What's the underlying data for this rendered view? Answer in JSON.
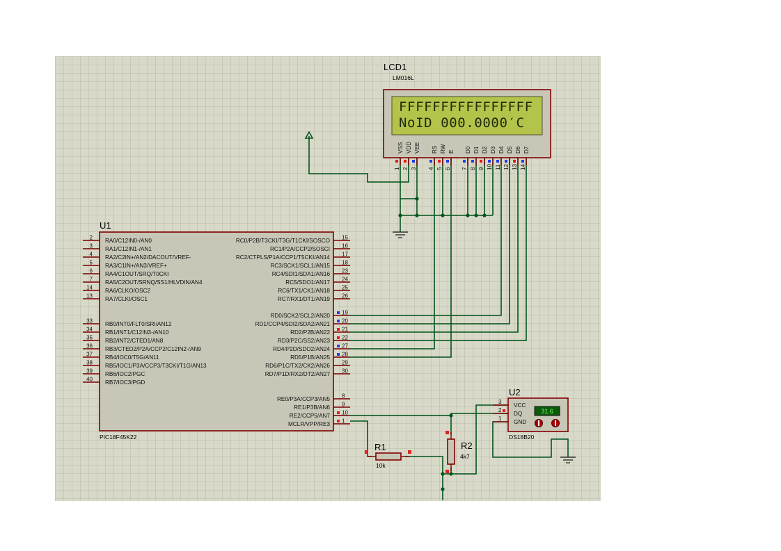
{
  "colors": {
    "sheet": "#d9d9c9",
    "grid": "#b9b9a7",
    "wire": "#00541c",
    "body": "#c8c6b6",
    "outline": "#800000",
    "lcd_screen": "#b4c34a",
    "pin_red": "#e02020",
    "pin_blue": "#1f3fe8"
  },
  "lcd": {
    "ref": "LCD1",
    "model": "LM016L",
    "line1": "FFFFFFFFFFFFFFFF",
    "line2": "NoID  000.0000′C",
    "pins": [
      {
        "name": "VSS",
        "num": "1"
      },
      {
        "name": "VDD",
        "num": "2"
      },
      {
        "name": "VEE",
        "num": "3"
      },
      {
        "name": "RS",
        "num": "4"
      },
      {
        "name": "RW",
        "num": "5"
      },
      {
        "name": "E",
        "num": "6"
      },
      {
        "name": "D0",
        "num": "7"
      },
      {
        "name": "D1",
        "num": "8"
      },
      {
        "name": "D2",
        "num": "9"
      },
      {
        "name": "D3",
        "num": "10"
      },
      {
        "name": "D4",
        "num": "11"
      },
      {
        "name": "D5",
        "num": "12"
      },
      {
        "name": "D6",
        "num": "13"
      },
      {
        "name": "D7",
        "num": "14"
      }
    ]
  },
  "mcu": {
    "ref": "U1",
    "model": "PIC18F45K22",
    "left_pins": [
      {
        "num": "2",
        "label": "RA0/C12IN0-/AN0"
      },
      {
        "num": "3",
        "label": "RA1/C12IN1-/AN1"
      },
      {
        "num": "4",
        "label": "RA2/C2IN+/AN2/DACOUT/VREF-"
      },
      {
        "num": "5",
        "label": "RA3/C1IN+/AN3/VREF+"
      },
      {
        "num": "6",
        "label": "RA4/C1OUT/SRQ/T0CKI"
      },
      {
        "num": "7",
        "label": "RA5/C2OUT/SRNQ/SS1/HLVDIN/AN4"
      },
      {
        "num": "14",
        "label": "RA6/CLKO/OSC2"
      },
      {
        "num": "13",
        "label": "RA7/CLKI/OSC1"
      },
      {
        "num": "33",
        "label": "RB0/INT0/FLT0/SRI/AN12"
      },
      {
        "num": "34",
        "label": "RB1/INT1/C12IN3-/AN10"
      },
      {
        "num": "35",
        "label": "RB2/INT2/CTED1/AN8"
      },
      {
        "num": "36",
        "label": "RB3/CTED2/P2A/CCP2/C12IN2-/AN9"
      },
      {
        "num": "37",
        "label": "RB4/IOC0/T5G/AN11"
      },
      {
        "num": "38",
        "label": "RB5/IOC1/P3A/CCP3/T3CKI/T1G/AN13"
      },
      {
        "num": "39",
        "label": "RB6/IOC2/PGC"
      },
      {
        "num": "40",
        "label": "RB7/IOC3/PGD"
      }
    ],
    "right_pins": [
      {
        "num": "15",
        "label": "RC0/P2B/T3CKI/T3G/T1CKI/SOSCO"
      },
      {
        "num": "16",
        "label": "RC1/P2A/CCP2/SOSCI"
      },
      {
        "num": "17",
        "label": "RC2/CTPLS/P1A/CCP1/T5CKI/AN14"
      },
      {
        "num": "18",
        "label": "RC3/SCK1/SCL1/AN15"
      },
      {
        "num": "23",
        "label": "RC4/SDI1/SDA1/AN16"
      },
      {
        "num": "24",
        "label": "RC5/SDO1/AN17"
      },
      {
        "num": "25",
        "label": "RC6/TX1/CK1/AN18"
      },
      {
        "num": "26",
        "label": "RC7/RX1/DT1/AN19"
      },
      {
        "num": "19",
        "label": "RD0/SCK2/SCL2/AN20"
      },
      {
        "num": "20",
        "label": "RD1/CCP4/SDI2/SDA2/AN21"
      },
      {
        "num": "21",
        "label": "RD2/P2B/AN22"
      },
      {
        "num": "22",
        "label": "RD3/P2C/SS2/AN23"
      },
      {
        "num": "27",
        "label": "RD4/P2D/SDO2/AN24"
      },
      {
        "num": "28",
        "label": "RD5/P1B/AN25"
      },
      {
        "num": "29",
        "label": "RD6/P1C/TX2/CK2/AN26"
      },
      {
        "num": "30",
        "label": "RD7/P1D/RX2/DT2/AN27"
      },
      {
        "num": "8",
        "label": "RE0/P3A/CCP3/AN5"
      },
      {
        "num": "9",
        "label": "RE1/P3B/AN6"
      },
      {
        "num": "10",
        "label": "RE2/CCP5/AN7"
      },
      {
        "num": "1",
        "label": "MCLR/VPP/RE3"
      }
    ]
  },
  "r1": {
    "ref": "R1",
    "value": "10k"
  },
  "r2": {
    "ref": "R2",
    "value": "4k7"
  },
  "u2": {
    "ref": "U2",
    "model": "DS18B20",
    "readout": "31.6",
    "pins": [
      {
        "num": "3",
        "label": "VCC"
      },
      {
        "num": "2",
        "label": "DQ"
      },
      {
        "num": "1",
        "label": "GND"
      }
    ]
  },
  "icons": [
    "power-terminal-icon",
    "ground-icon"
  ]
}
